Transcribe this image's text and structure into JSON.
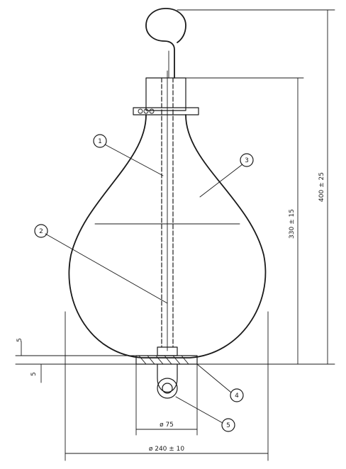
{
  "callouts": [
    "1",
    "2",
    "3",
    "4",
    "5"
  ],
  "dimensions": {
    "total_height": "400 ± 25",
    "bag_height": "330 ± 15",
    "base_diameter": "ø 75",
    "bag_diameter": "ø 240 ± 10",
    "top_thickness": "5",
    "bottom_thickness": "5"
  }
}
